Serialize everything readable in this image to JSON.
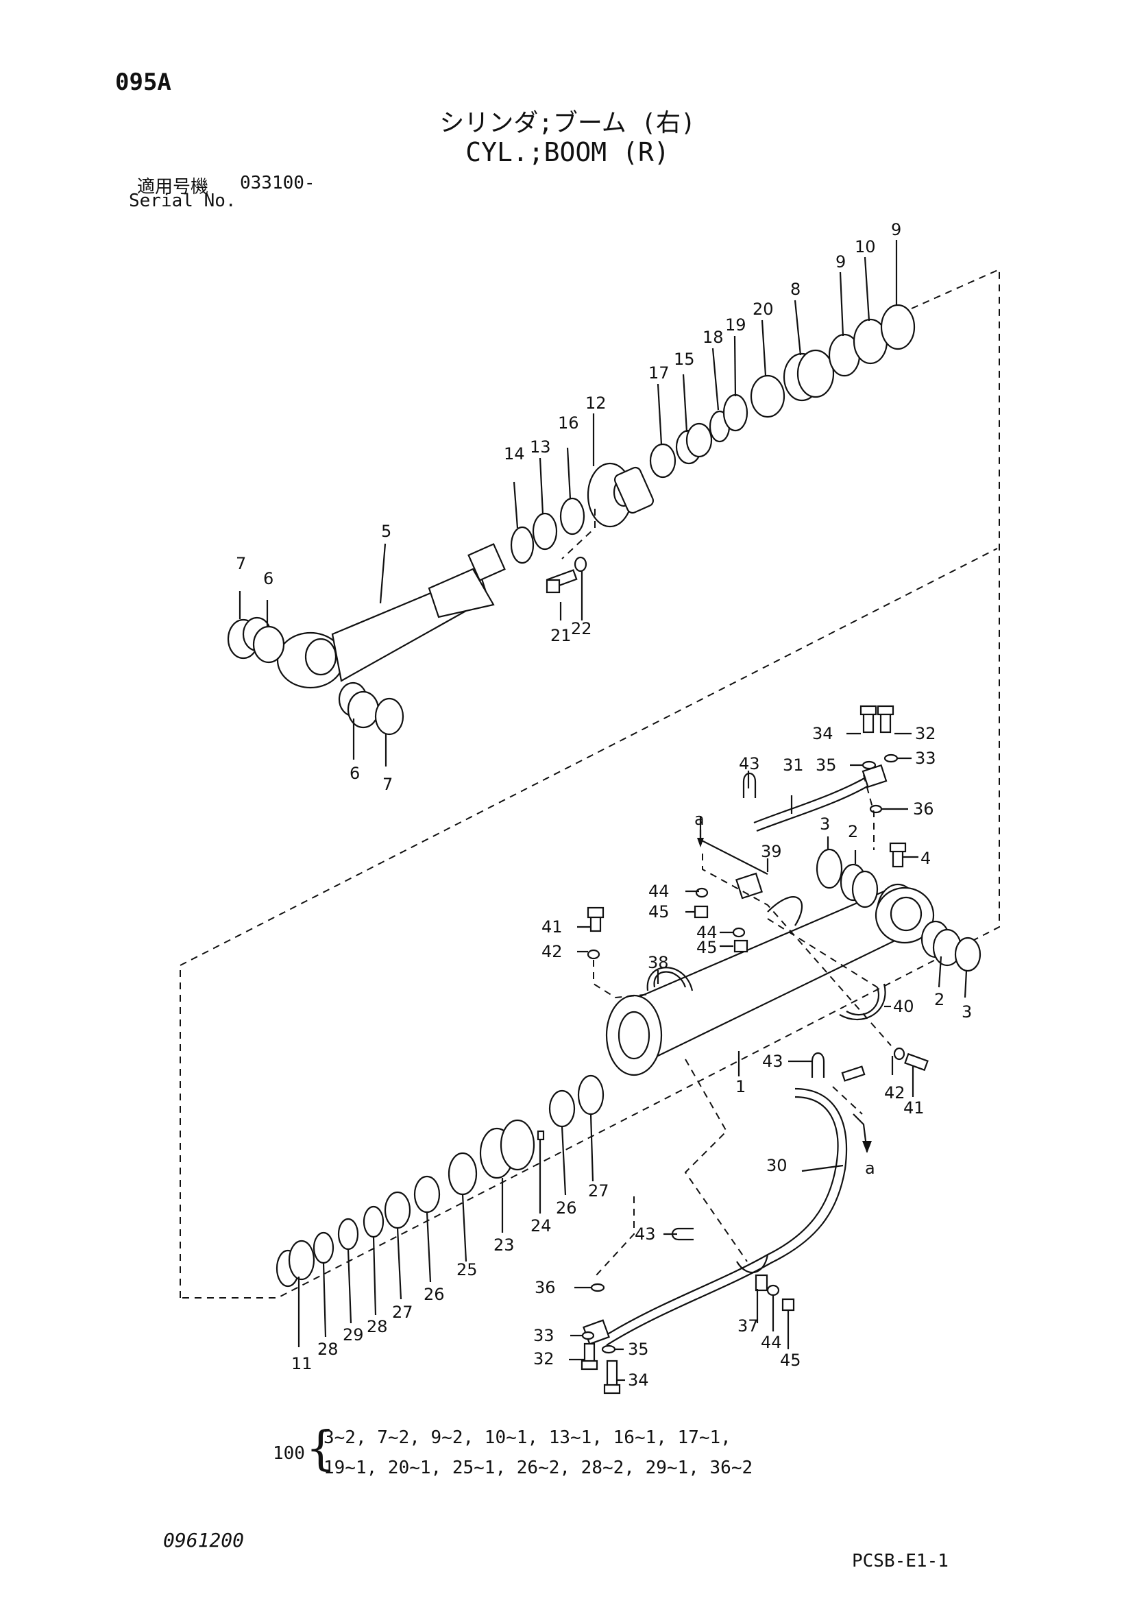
{
  "header": {
    "page_code": "095A",
    "title_jp": "シリンダ;ブーム (右)",
    "title_en": "CYL.;BOOM (R)",
    "serial_label_jp": "適用号機",
    "serial_value": "033100-",
    "serial_label_en": "Serial No."
  },
  "callouts": {
    "c1": "1",
    "c2a": "2",
    "c2b": "2",
    "c3a": "3",
    "c3b": "3",
    "c4": "4",
    "c5": "5",
    "c6a": "6",
    "c6b": "6",
    "c7a": "7",
    "c7b": "7",
    "c8": "8",
    "c9a": "9",
    "c9b": "9",
    "c10": "10",
    "c11": "11",
    "c12": "12",
    "c13": "13",
    "c14": "14",
    "c15": "15",
    "c16": "16",
    "c17": "17",
    "c18": "18",
    "c19": "19",
    "c20": "20",
    "c21": "21",
    "c22": "22",
    "c23": "23",
    "c24": "24",
    "c25": "25",
    "c26a": "26",
    "c26b": "26",
    "c27a": "27",
    "c27b": "27",
    "c28": "28",
    "c29": "29",
    "c30": "30",
    "c31": "31",
    "c32a": "32",
    "c32b": "32",
    "c33a": "33",
    "c33b": "33",
    "c34a": "34",
    "c34b": "34",
    "c35a": "35",
    "c35b": "35",
    "c36a": "36",
    "c36b": "36",
    "c37": "37",
    "c38": "38",
    "c39": "39",
    "c40": "40",
    "c41a": "41",
    "c41b": "41",
    "c42a": "42",
    "c42b": "42",
    "c43a": "43",
    "c43b": "43",
    "c43c": "43",
    "c44a": "44",
    "c44b": "44",
    "c44c": "44",
    "c45a": "45",
    "c45b": "45",
    "c45c": "45",
    "ca1": "a",
    "ca2": "a"
  },
  "seal_kit": {
    "number": "100",
    "line1": "3~2, 7~2, 9~2, 10~1, 13~1, 16~1, 17~1,",
    "line2": "19~1, 20~1, 25~1, 26~2, 28~2, 29~1, 36~2"
  },
  "footer": {
    "date_code": "0961200",
    "doc_code": "PCSB-E1-1"
  }
}
